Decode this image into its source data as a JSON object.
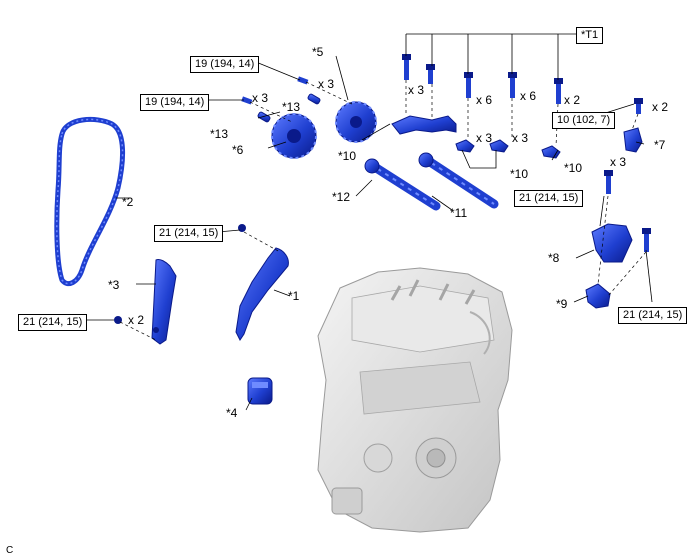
{
  "figure": {
    "corner_code": "C",
    "torque_specs": [
      {
        "id": "torque-19-194-14-a",
        "text": "19 (194, 14)"
      },
      {
        "id": "torque-19-194-14-b",
        "text": "19 (194, 14)"
      },
      {
        "id": "torque-21-214-15-a",
        "text": "21 (214, 15)"
      },
      {
        "id": "torque-21-214-15-b",
        "text": "21 (214, 15)"
      },
      {
        "id": "torque-21-214-15-c",
        "text": "21 (214, 15)"
      },
      {
        "id": "torque-21-214-15-d",
        "text": "21 (214, 15)"
      },
      {
        "id": "torque-10-102-7",
        "text": "10 (102, 7)"
      },
      {
        "id": "tool-t1",
        "text": "*T1"
      }
    ],
    "part_labels": {
      "p1": "*1",
      "p2": "*2",
      "p3": "*3",
      "p4": "*4",
      "p5": "*5",
      "p6": "*6",
      "p7": "*7",
      "p8": "*8",
      "p9": "*9",
      "p10a": "*10",
      "p10b": "*10",
      "p10c": "*10",
      "p11": "*11",
      "p12": "*12",
      "p13a": "*13",
      "p13b": "*13"
    },
    "quantities": {
      "q1": "x 3",
      "q2": "x 3",
      "q3": "x 3",
      "q4": "x 6",
      "q5": "x 6",
      "q6": "x 2",
      "q7": "x 3",
      "q8": "x 3",
      "q9": "x 2",
      "q10": "x 3",
      "q11": "x 2"
    },
    "colors": {
      "part_blue": "#1f3fd0",
      "part_dark": "#0a1a8a",
      "part_light": "#6f8bff",
      "engine_grey": "#dadada",
      "line": "#000000"
    }
  }
}
